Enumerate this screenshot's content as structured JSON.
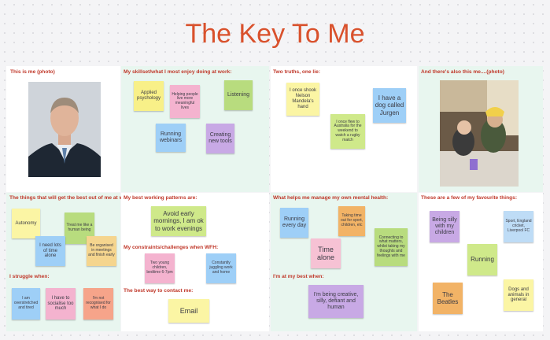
{
  "title": "The Key To Me",
  "headings": {
    "photo": "This is me (photo)",
    "skills": "My skillset/what I most enjoy doing at work:",
    "truths": "Two truths, one lie:",
    "also": "And there's also this me....(photo)",
    "best_out": "The things that will get the best out of me at work:",
    "struggle": "I struggle when:",
    "patterns": "My best working patterns are:",
    "constraints": "My constraints/challenges when WFH:",
    "contact": "The best way to contact me:",
    "mental": "What helps me manage my own mental health:",
    "at_best": "I'm at my best when:",
    "favourites": "These are a few of my favourite things:"
  },
  "notes": {
    "applied": "Applied psychology",
    "helping": "Helping people live more meaningful lives",
    "listening": "Listening",
    "webinars": "Running webinars",
    "tools": "Creating new tools",
    "mandela": "I once shook Nelson Mandela's hand",
    "australia": "I once flew to Australia for the weekend to watch a rugby match",
    "dog": "I have a dog called Jurgen",
    "autonomy": "Autonomy",
    "human": "Treat me like a human being",
    "lots_time": "I need lots of time alone",
    "organised": "Be organised in meetings and finish early",
    "overstretched": "I am overstretched and tired",
    "socialise": "I have to socialise too much",
    "recognised": "I'm not recognised for what I do",
    "evenings": "Avoid early mornings, I am ok to work evenings",
    "children": "Two young children, bedtime 6-7pm",
    "juggling": "Constantly juggling work and home",
    "email": "Email",
    "running": "Running every day",
    "sport": "Taking time out for sport, children, etc",
    "connecting": "Connecting to what matters, whilst taking my thoughts and feelings with me",
    "time_alone": "Time alone",
    "creative": "I'm being creative, silly, defiant and human",
    "silly": "Being silly with my children",
    "england": "Sport, England cricket, Liverpool FC",
    "fav_running": "Running",
    "beatles": "The Beatles",
    "dogs": "Dogs and animals in general"
  },
  "colors": {
    "title": "#d9512c",
    "heading": "#c0392b",
    "mint_panel": "#e8f6ef",
    "white_panel": "#ffffff"
  }
}
